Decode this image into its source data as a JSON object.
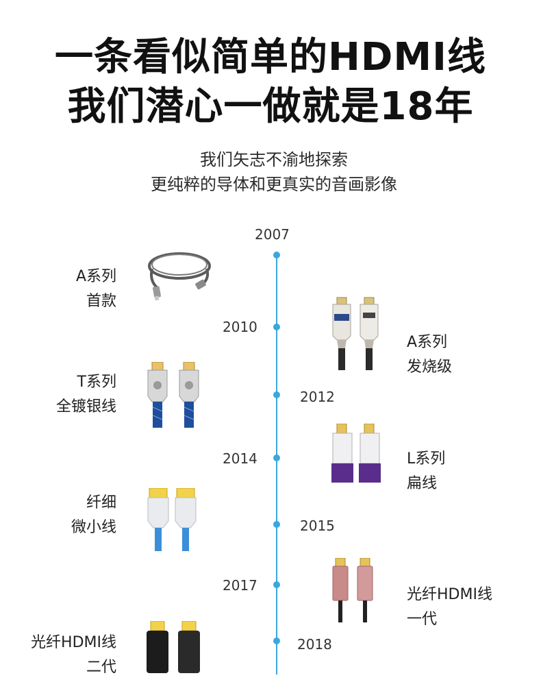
{
  "headline": {
    "line1": "一条看似简单的HDMI线",
    "line2": "我们潜心一做就是18年"
  },
  "subheadline": {
    "line1": "我们矢志不渝地探索",
    "line2": "更纯粹的导体和更真实的音画影像"
  },
  "timeline": {
    "years": [
      "2007",
      "2010",
      "2012",
      "2014",
      "2015",
      "2017",
      "2018"
    ],
    "entries": [
      {
        "year": "2007",
        "label_line1": "A系列",
        "label_line2": "首款",
        "image": "coiled-hdmi-cable"
      },
      {
        "year": "2010",
        "label_line1": "A系列",
        "label_line2": "发烧级",
        "image": "metal-hdmi-connectors"
      },
      {
        "year": "2012",
        "label_line1": "T系列",
        "label_line2": "全镀银线",
        "image": "braided-blue-hdmi-connectors"
      },
      {
        "year": "2014",
        "label_line1": "L系列",
        "label_line2": "扁线",
        "image": "purple-flat-hdmi-connectors"
      },
      {
        "year": "2015",
        "label_line1": "纤细",
        "label_line2": "微小线",
        "image": "slim-blue-hdmi-connectors"
      },
      {
        "year": "2017",
        "label_line1": "光纤HDMI线",
        "label_line2": "一代",
        "image": "rose-gold-fiber-hdmi-connectors"
      },
      {
        "year": "2018",
        "label_line1": "光纤HDMI线",
        "label_line2": "二代",
        "image": "black-fiber-hdmi-connectors"
      }
    ]
  },
  "colors": {
    "timeline": "#3aa7df",
    "purple": "#5a2d8c",
    "blue_cable": "#1f4f9c",
    "light_blue_cable": "#3b8fd8",
    "rose_gold": "#c98a8a",
    "gold_tip": "#e6c25a"
  }
}
